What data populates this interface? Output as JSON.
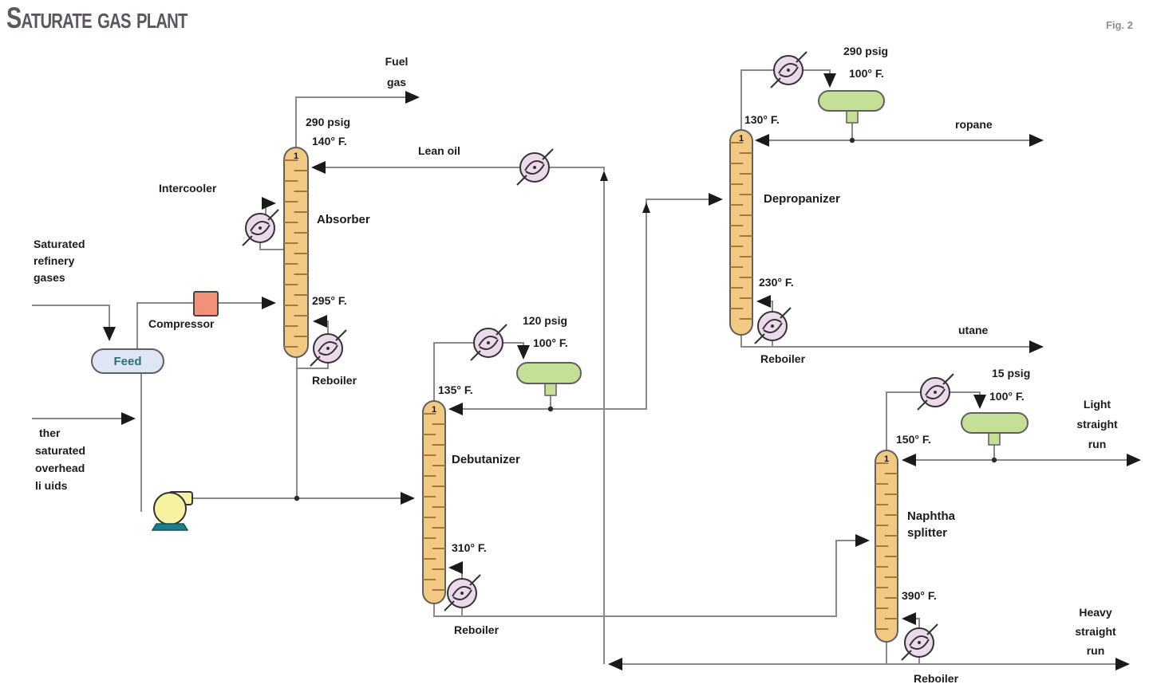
{
  "header": {
    "title": "Saturate gas plant",
    "fig_label": "Fig. 2"
  },
  "feeds": {
    "gas_lines": [
      "Saturated",
      "refinery",
      "gases"
    ],
    "other_lines": [
      "ther",
      "saturated",
      "overhead",
      "li uids"
    ],
    "drum_label": "Feed",
    "compressor_label": "Compressor"
  },
  "absorber": {
    "name": "Absorber",
    "tray": "1",
    "top_pressure": "290 psig",
    "top_temp": "140° F.",
    "bottom_temp": "295° F.",
    "overhead_lines": [
      "Fuel",
      "gas"
    ],
    "lean_oil_label": "Lean oil",
    "intercooler_label": "Intercooler",
    "reboiler_label": "Reboiler"
  },
  "debutanizer": {
    "name": "Debutanizer",
    "tray": "1",
    "acc_pressure": "120 psig",
    "acc_temp": "100° F.",
    "reflux_temp": "135° F.",
    "bottom_temp": "310° F.",
    "reboiler_label": "Reboiler"
  },
  "depropanizer": {
    "name": "Depropanizer",
    "tray": "1",
    "acc_pressure": "290 psig",
    "acc_temp": "100° F.",
    "reflux_temp": "130° F.",
    "bottom_temp": "230° F.",
    "reboiler_label": "Reboiler",
    "overhead_product": "ropane",
    "bottoms_product": "utane"
  },
  "splitter": {
    "name_lines": [
      "Naphtha",
      "splitter"
    ],
    "tray": "1",
    "acc_pressure": "15 psig",
    "acc_temp": "100° F.",
    "reflux_temp": "150° F.",
    "bottom_temp": "390° F.",
    "reboiler_label": "Reboiler",
    "overhead_lines": [
      "Light",
      "straight",
      "run"
    ],
    "bottoms_lines": [
      "Heavy",
      "straight",
      "run"
    ]
  },
  "colors": {
    "line": "#8a8a8a",
    "outline": "#5f5f5f",
    "column": "#f1c983",
    "tray": "#a5793a",
    "cooler": "#ecd9ec",
    "accumulator": "#c3e096",
    "compressor": "#f29179",
    "drum": "#dde6f2",
    "drumtext": "#2e6f7a",
    "pump": "#f6f2a0",
    "pumpbase": "#1f7d8a"
  }
}
